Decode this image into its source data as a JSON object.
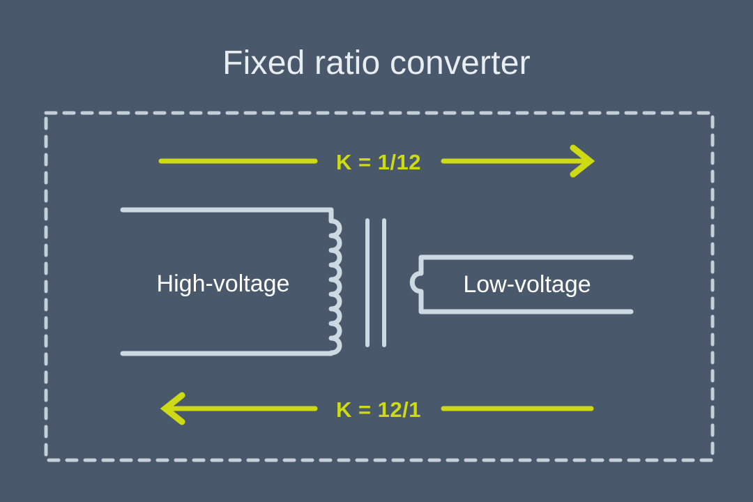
{
  "figure": {
    "title": "Fixed ratio converter",
    "background_color": "#49596b",
    "accent_color": "#cfdb12",
    "wire_color": "#ccd8e2",
    "frame_color": "#c4cfd9",
    "title_color": "#e8edf2"
  },
  "frame": {
    "style": "dashed-rectangle",
    "label": "converter boundary"
  },
  "arrows": {
    "top": {
      "label": "K = 1/12",
      "direction": "right",
      "description": "step-down ratio from high-voltage side to low-voltage side"
    },
    "bottom": {
      "label": "K = 12/1",
      "direction": "left",
      "description": "step-up ratio from low-voltage side to high-voltage side"
    }
  },
  "transformer": {
    "primary": {
      "label": "High-voltage",
      "turns_drawn": 9,
      "side": "left"
    },
    "secondary": {
      "label": "Low-voltage",
      "turns_drawn": 1,
      "side": "right"
    },
    "core": {
      "label": "iron core",
      "lines": 2
    }
  }
}
